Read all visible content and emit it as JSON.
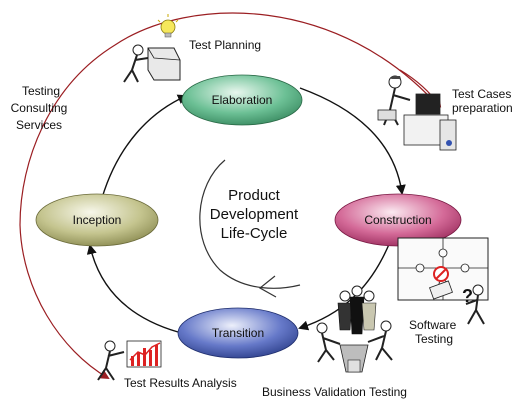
{
  "phases": {
    "elaboration": "Elaboration",
    "construction": "Construction",
    "transition": "Transition",
    "inception": "Inception"
  },
  "center": {
    "line1": "Product",
    "line2": "Development",
    "line3": "Life-Cycle"
  },
  "outer_labels": {
    "consulting_line1": "Testing",
    "consulting_line2": "Consulting",
    "consulting_line3": "Services",
    "test_planning": "Test Planning",
    "test_cases_line1": "Test Cases",
    "test_cases_line2": "preparation",
    "software_testing_line1": "Software",
    "software_testing_line2": "Testing",
    "business_validation": "Business Validation Testing",
    "test_results": "Test Results Analysis"
  },
  "colors": {
    "elaboration": "#4fae7c",
    "construction": "#c43a78",
    "transition": "#3f55b3",
    "inception": "#b2b274",
    "outer_arc": "#9b1e22",
    "cycle": "#111111"
  },
  "icons": [
    "lightbulb-person-icon",
    "computer-desk-person-icon",
    "puzzle-person-icon",
    "business-group-icon",
    "chart-person-icon"
  ]
}
